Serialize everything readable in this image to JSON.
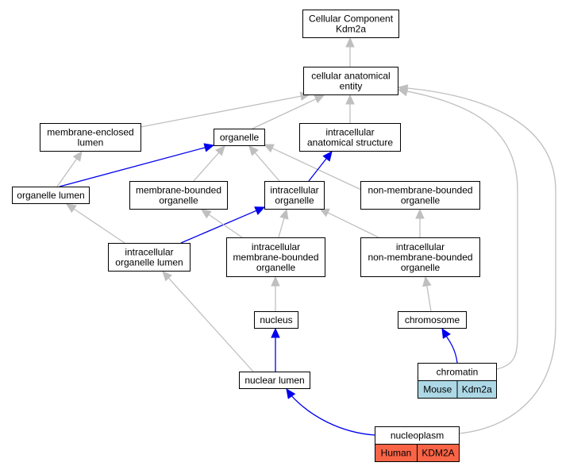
{
  "diagram": {
    "colors": {
      "edge_gray": "#bfbfbf",
      "edge_blue": "#0000ee",
      "node_border": "#000000",
      "node_fill": "#ffffff",
      "mouse_badge": "#add8e6",
      "human_badge": "#fa6446"
    },
    "nodes": [
      {
        "id": "cc",
        "lines": [
          "Cellular Component",
          "Kdm2a"
        ]
      },
      {
        "id": "cae",
        "lines": [
          "cellular anatomical",
          "entity"
        ]
      },
      {
        "id": "mel",
        "lines": [
          "membrane-enclosed",
          "lumen"
        ]
      },
      {
        "id": "org",
        "lines": [
          "organelle"
        ]
      },
      {
        "id": "ias",
        "lines": [
          "intracellular",
          "anatomical structure"
        ]
      },
      {
        "id": "ol",
        "lines": [
          "organelle lumen"
        ]
      },
      {
        "id": "mbo",
        "lines": [
          "membrane-bounded",
          "organelle"
        ]
      },
      {
        "id": "io",
        "lines": [
          "intracellular",
          "organelle"
        ]
      },
      {
        "id": "nmbo",
        "lines": [
          "non-membrane-bounded",
          "organelle"
        ]
      },
      {
        "id": "iol",
        "lines": [
          "intracellular",
          "organelle lumen"
        ]
      },
      {
        "id": "imbo",
        "lines": [
          "intracellular",
          "membrane-bounded",
          "organelle"
        ]
      },
      {
        "id": "inmbo",
        "lines": [
          "intracellular",
          "non-membrane-bounded",
          "organelle"
        ]
      },
      {
        "id": "nuc",
        "lines": [
          "nucleus"
        ]
      },
      {
        "id": "chr",
        "lines": [
          "chromosome"
        ]
      },
      {
        "id": "nl",
        "lines": [
          "nuclear lumen"
        ]
      },
      {
        "id": "chrm",
        "lines": [
          "chromatin"
        ],
        "badges": [
          {
            "text": "Mouse",
            "color": "mouse"
          },
          {
            "text": "Kdm2a",
            "color": "mouse"
          }
        ]
      },
      {
        "id": "npl",
        "lines": [
          "nucleoplasm"
        ],
        "badges": [
          {
            "text": "Human",
            "color": "human"
          },
          {
            "text": "KDM2A",
            "color": "human"
          }
        ]
      }
    ],
    "edges": [
      {
        "from": "cae",
        "to": "cc",
        "color": "gray"
      },
      {
        "from": "mel",
        "to": "cae",
        "color": "gray"
      },
      {
        "from": "org",
        "to": "cae",
        "color": "gray"
      },
      {
        "from": "ias",
        "to": "cae",
        "color": "gray"
      },
      {
        "from": "chrm",
        "to": "cae",
        "color": "gray"
      },
      {
        "from": "npl",
        "to": "cae",
        "color": "gray"
      },
      {
        "from": "ol",
        "to": "mel",
        "color": "gray"
      },
      {
        "from": "ol",
        "to": "org",
        "color": "blue"
      },
      {
        "from": "mbo",
        "to": "org",
        "color": "gray"
      },
      {
        "from": "io",
        "to": "org",
        "color": "gray"
      },
      {
        "from": "nmbo",
        "to": "org",
        "color": "gray"
      },
      {
        "from": "io",
        "to": "ias",
        "color": "blue"
      },
      {
        "from": "iol",
        "to": "ol",
        "color": "gray"
      },
      {
        "from": "iol",
        "to": "io",
        "color": "blue"
      },
      {
        "from": "imbo",
        "to": "mbo",
        "color": "gray"
      },
      {
        "from": "imbo",
        "to": "io",
        "color": "gray"
      },
      {
        "from": "inmbo",
        "to": "io",
        "color": "gray"
      },
      {
        "from": "inmbo",
        "to": "nmbo",
        "color": "gray"
      },
      {
        "from": "nuc",
        "to": "imbo",
        "color": "gray"
      },
      {
        "from": "chr",
        "to": "inmbo",
        "color": "gray"
      },
      {
        "from": "nl",
        "to": "iol",
        "color": "gray"
      },
      {
        "from": "nl",
        "to": "nuc",
        "color": "blue"
      },
      {
        "from": "chrm",
        "to": "chr",
        "color": "blue"
      },
      {
        "from": "npl",
        "to": "nl",
        "color": "blue"
      }
    ]
  }
}
